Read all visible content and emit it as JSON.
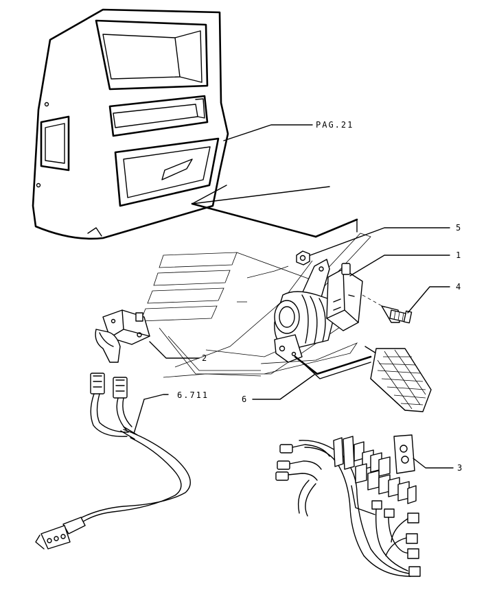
{
  "callouts": {
    "ref_cab": "PAG.21",
    "ref_harness": "6.711",
    "item_1": "1",
    "item_2": "2",
    "item_3": "3",
    "item_4": "4",
    "item_5": "5",
    "item_6": "6"
  },
  "colors": {
    "ink": "#000000",
    "paper": "#ffffff"
  }
}
